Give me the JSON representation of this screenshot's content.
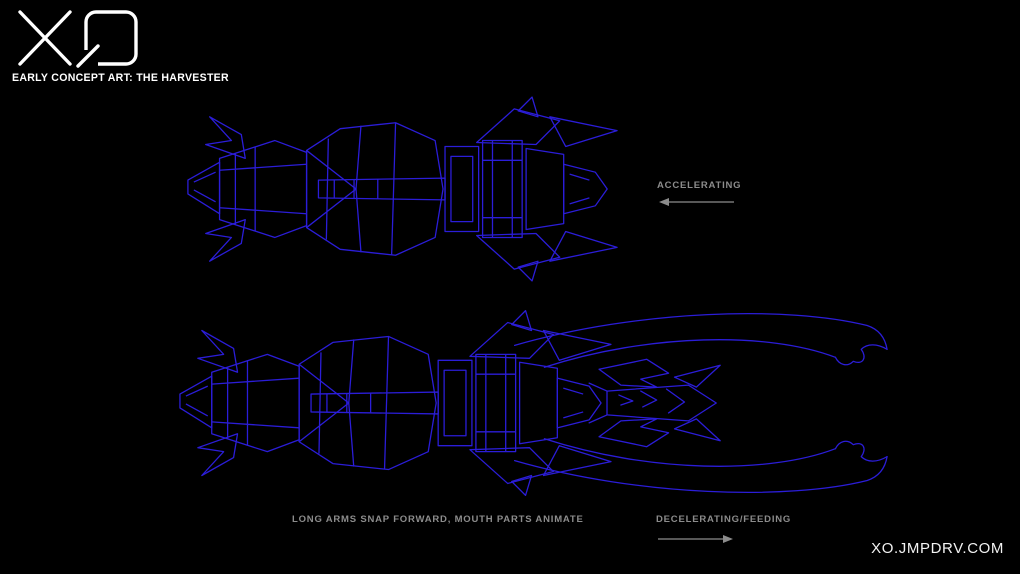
{
  "colors": {
    "background": "#000000",
    "wireframe_blue": "#2b1dd8",
    "label_gray": "#8c8c8c",
    "text_white": "#ffffff"
  },
  "branding": {
    "logo_text": "XO",
    "subtitle": "EARLY CONCEPT ART: THE HARVESTER",
    "website": "XO.JMPDRV.COM"
  },
  "annotations": {
    "accelerating_label": "ACCELERATING",
    "accelerating_arrow_icon": "arrow-left-icon",
    "caption": "LONG ARMS SNAP FORWARD, MOUTH PARTS ANIMATE",
    "decelerating_label": "DECELERATING/FEEDING",
    "decelerating_arrow_icon": "arrow-right-icon"
  },
  "figures": {
    "top": "harvester-wireframe-accelerating",
    "bottom": "harvester-wireframe-arms-extended-feeding"
  }
}
